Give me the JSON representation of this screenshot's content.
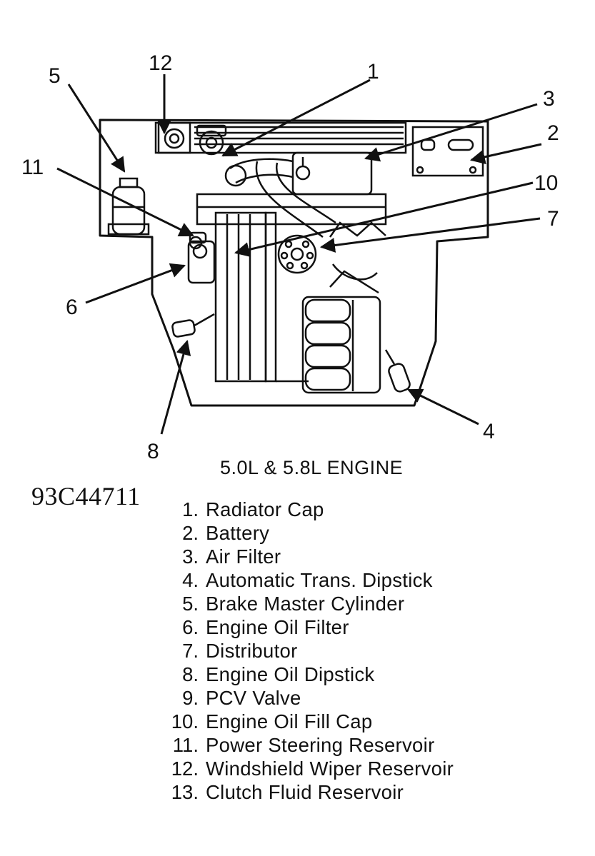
{
  "diagram": {
    "callouts": [
      "1",
      "2",
      "3",
      "4",
      "5",
      "6",
      "7",
      "8",
      "10",
      "11",
      "12"
    ]
  },
  "caption": "5.0L & 5.8L ENGINE",
  "figure_id": "93C44711",
  "legend": [
    {
      "num": "1.",
      "label": "Radiator Cap"
    },
    {
      "num": "2.",
      "label": "Battery"
    },
    {
      "num": "3.",
      "label": "Air Filter"
    },
    {
      "num": "4.",
      "label": "Automatic Trans. Dipstick"
    },
    {
      "num": "5.",
      "label": "Brake Master Cylinder"
    },
    {
      "num": "6.",
      "label": "Engine Oil Filter"
    },
    {
      "num": "7.",
      "label": "Distributor"
    },
    {
      "num": "8.",
      "label": "Engine Oil Dipstick"
    },
    {
      "num": "9.",
      "label": "PCV Valve"
    },
    {
      "num": "10.",
      "label": "Engine Oil Fill Cap"
    },
    {
      "num": "11.",
      "label": "Power Steering Reservoir"
    },
    {
      "num": "12.",
      "label": "Windshield Wiper Reservoir"
    },
    {
      "num": "13.",
      "label": "Clutch Fluid Reservoir"
    }
  ]
}
